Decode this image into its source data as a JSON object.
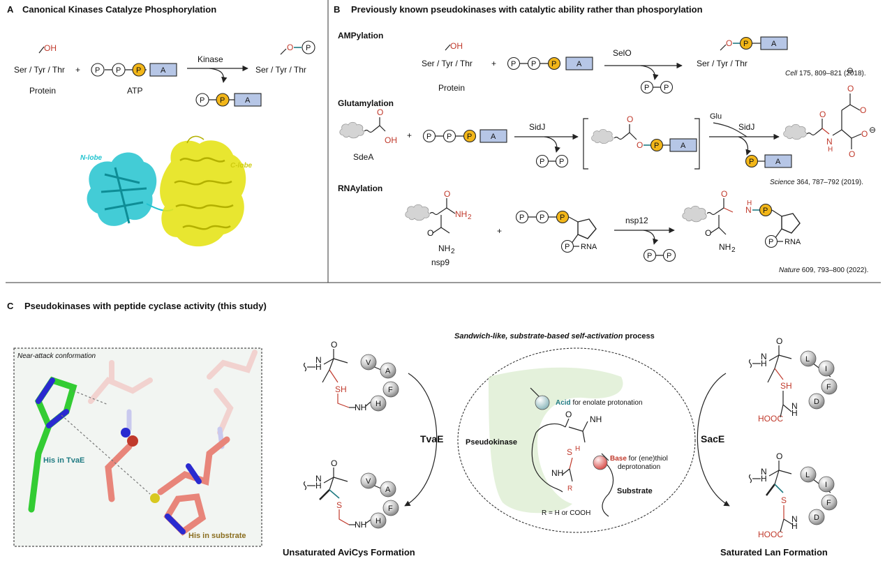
{
  "panelA": {
    "letter": "A",
    "title": "Canonical Kinases Catalyze Phosphorylation",
    "oh": "OH",
    "residues": "Ser / Tyr / Thr",
    "plus": "+",
    "protein": "Protein",
    "atp": "ATP",
    "enzyme": "Kinase",
    "p": "P",
    "a": "A",
    "o": "O",
    "nlobe": "N-lobe",
    "clobe": "C-lobe"
  },
  "panelB": {
    "letter": "B",
    "title": "Previously known pseudokinases with catalytic ability rather than phosporylation",
    "amp": {
      "label": "AMPylation",
      "enzyme": "SelO",
      "ref_journal": "Cell",
      "ref_rest": " 175, 809–821 (2018)."
    },
    "glu": {
      "label": "Glutamylation",
      "enzyme": "SidJ",
      "cosub": "Glu",
      "substrate": "SdeA",
      "ref_journal": "Science",
      "ref_rest": " 364, 787–792 (2019)."
    },
    "rna": {
      "label": "RNAylation",
      "enzyme": "nsp12",
      "substrate": "nsp9",
      "rna": "RNA",
      "nh2": "NH",
      "two": "2",
      "ref_journal": "Nature",
      "ref_rest": " 609, 793–800 (2022)."
    },
    "oh": "OH",
    "o": "O",
    "n": "N",
    "h": "H",
    "minus": "⊖"
  },
  "panelC": {
    "letter": "C",
    "title": "Pseudokinases with peptide cyclase activity (this study)",
    "near_attack": "Near-attack conformation",
    "his_tvae": "His in TvaE",
    "his_substrate": "His in substrate",
    "process_bold": "Sandwich-like, substrate-based self-activation",
    "process_rest": " process",
    "enzyme_left": "TvaE",
    "enzyme_right": "SacE",
    "pseudokinase": "Pseudokinase",
    "substrate": "Substrate",
    "acid": "Acid",
    "acid_rest": " for enolate protonation",
    "base": "Base",
    "base_rest": " for (ene)thiol",
    "deprotonation": "deprotonation",
    "r_def": "R = H or COOH",
    "r": "R",
    "nh": "NH",
    "sh": "SH",
    "s": "S",
    "h": "H",
    "n": "N",
    "o": "O",
    "hooc": "HOOC",
    "left_caption": "Unsaturated AviCys Formation",
    "right_caption": "Saturated Lan Formation",
    "beads_left": [
      "V",
      "A",
      "F",
      "H"
    ],
    "beads_right": [
      "L",
      "I",
      "F",
      "D"
    ]
  },
  "colors": {
    "phosphate_gold": "#f2b619",
    "adenine_blue": "#b6c6e6",
    "oxygen_red": "#c0392b",
    "teal_accent": "#1f7a82",
    "his_green": "#33cc33",
    "nlobe_cyan": "#22c3cf",
    "clobe_yellow": "#e6e31a"
  }
}
